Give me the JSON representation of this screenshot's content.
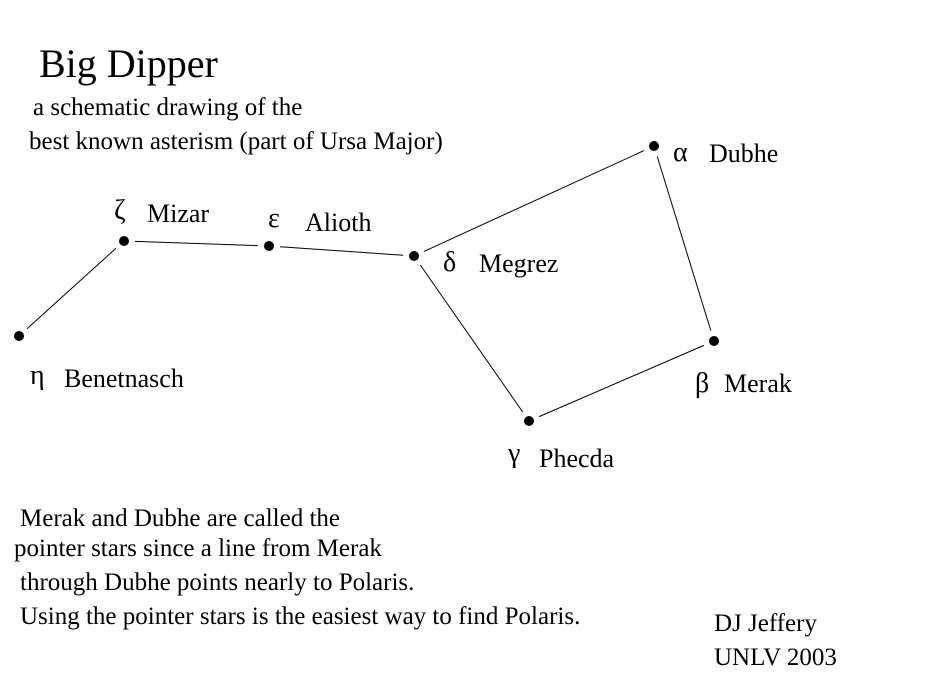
{
  "title": "Big Dipper",
  "subtitle": [
    "a schematic drawing of the",
    "best known asterism (part of Ursa Major)"
  ],
  "stars": [
    {
      "id": "eta",
      "greek": "η",
      "name": "Benetnasch"
    },
    {
      "id": "zeta",
      "greek": "ζ",
      "name": "Mizar"
    },
    {
      "id": "epsilon",
      "greek": "ε",
      "name": "Alioth"
    },
    {
      "id": "delta",
      "greek": "δ",
      "name": "Megrez"
    },
    {
      "id": "alpha",
      "greek": "α",
      "name": "Dubhe"
    },
    {
      "id": "beta",
      "greek": "β",
      "name": "Merak"
    },
    {
      "id": "gamma",
      "greek": "γ",
      "name": "Phecda"
    }
  ],
  "connections": [
    [
      "eta",
      "zeta"
    ],
    [
      "zeta",
      "epsilon"
    ],
    [
      "epsilon",
      "delta"
    ],
    [
      "delta",
      "alpha"
    ],
    [
      "alpha",
      "beta"
    ],
    [
      "beta",
      "gamma"
    ],
    [
      "gamma",
      "delta"
    ]
  ],
  "note": [
    "Merak and Dubhe are called the",
    "pointer stars since a line from Merak",
    "through Dubhe points nearly to Polaris.",
    "Using the pointer stars is the easiest way to find Polaris."
  ],
  "credit": [
    "DJ Jeffery",
    "UNLV 2003"
  ],
  "colors": {
    "ink": "#000000",
    "background": "#ffffff"
  }
}
